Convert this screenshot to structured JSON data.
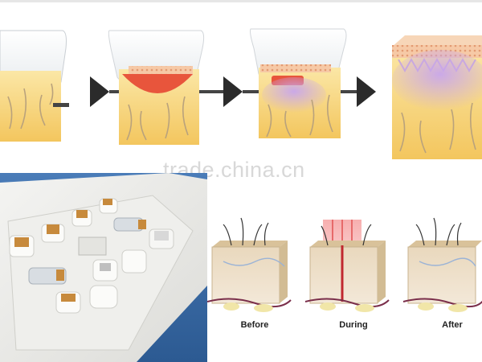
{
  "watermark": "trade.china.cn",
  "stages": {
    "before": "Before",
    "during": "During",
    "after": "After"
  },
  "colors": {
    "skin_yellow": "#f5cf73",
    "skin_top": "#fbe9b3",
    "heat_red": "#e8553c",
    "purple_glow": "#c6a8e8",
    "arrow": "#2b2b2b",
    "box_blue": "#3d6ea8"
  }
}
